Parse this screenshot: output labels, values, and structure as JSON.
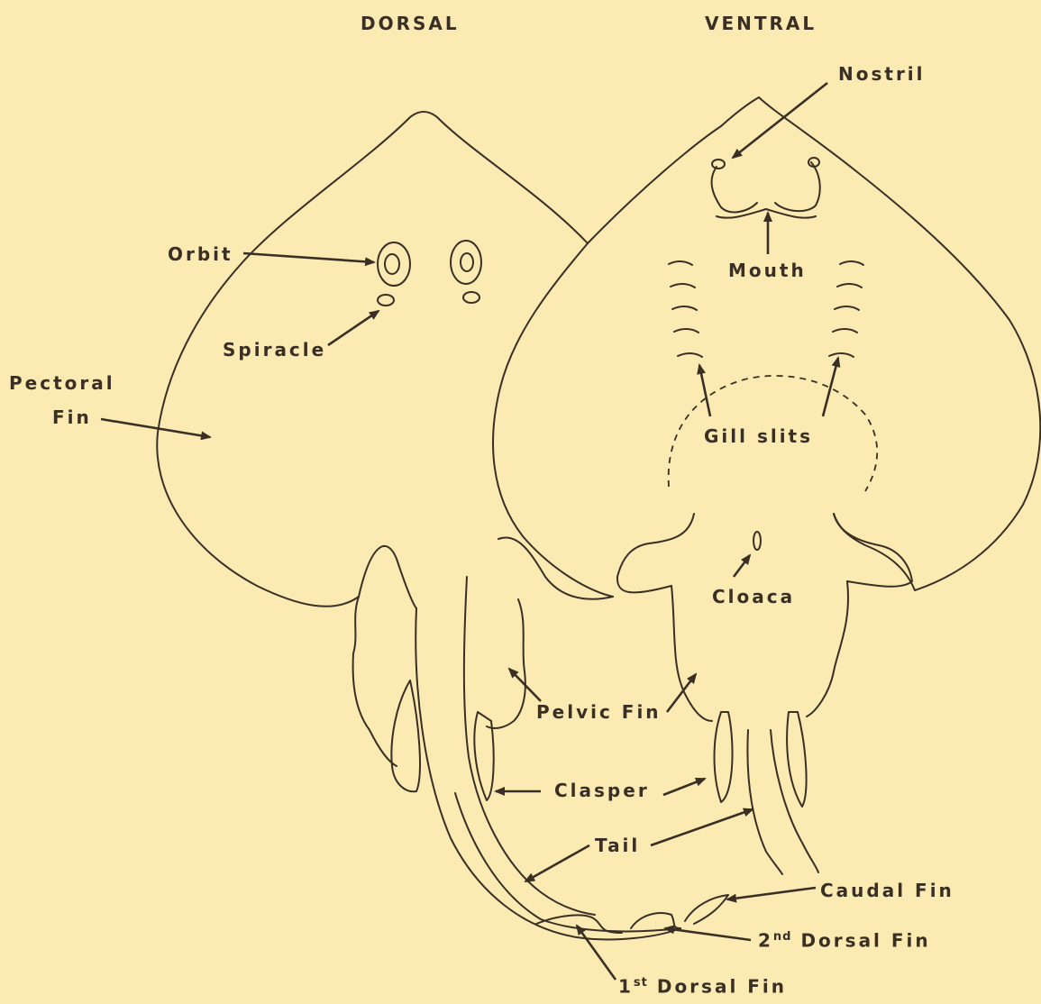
{
  "headings": {
    "dorsal": "DORSAL",
    "ventral": "VENTRAL"
  },
  "labels": {
    "orbit": "Orbit",
    "spiracle": "Spiracle",
    "pectoral_fin_1": "Pectoral",
    "pectoral_fin_2": "Fin",
    "nostril": "Nostril",
    "mouth": "Mouth",
    "gill_slits": "Gill slits",
    "cloaca": "Cloaca",
    "pelvic_fin": "Pelvic Fin",
    "clasper": "Clasper",
    "tail": "Tail",
    "caudal_fin": "Caudal Fin",
    "second_dorsal_num": "2",
    "second_dorsal_sup": "nd",
    "second_dorsal_text": "Dorsal Fin",
    "first_dorsal_num": "1",
    "first_dorsal_sup": "st",
    "first_dorsal_text": "Dorsal Fin"
  },
  "colors": {
    "background": "#fbeab2",
    "ink": "#3a2f24"
  }
}
